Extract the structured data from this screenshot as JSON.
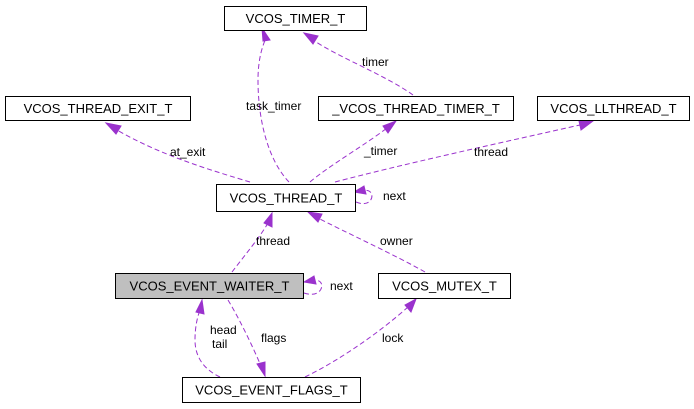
{
  "nodes": {
    "timer_t": "VCOS_TIMER_T",
    "thread_exit_t": "VCOS_THREAD_EXIT_T",
    "thread_timer_t": "_VCOS_THREAD_TIMER_T",
    "llthread_t": "VCOS_LLTHREAD_T",
    "thread_t": "VCOS_THREAD_T",
    "event_waiter_t": "VCOS_EVENT_WAITER_T",
    "mutex_t": "VCOS_MUTEX_T",
    "event_flags_t": "VCOS_EVENT_FLAGS_T"
  },
  "edges": {
    "task_timer": "task_timer",
    "timer": "timer",
    "at_exit": "at_exit",
    "underscore_timer": "_timer",
    "thread_llthread": "thread",
    "thread_next": "next",
    "waiter_thread": "thread",
    "owner": "owner",
    "waiter_next": "next",
    "head": "head",
    "tail": "tail",
    "flags": "flags",
    "lock": "lock"
  },
  "colors": {
    "edge": "#9a32cd",
    "highlight_node": "#bfbfbf",
    "node_border": "#000000"
  }
}
